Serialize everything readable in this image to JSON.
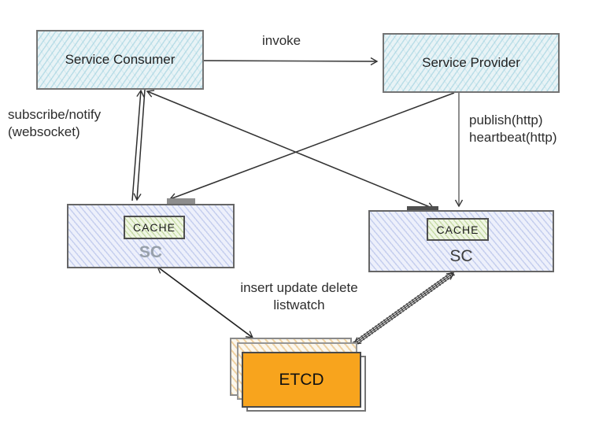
{
  "diagram": {
    "nodes": {
      "service_consumer": {
        "label": "Service Consumer"
      },
      "service_provider": {
        "label": "Service Provider"
      },
      "sc_left": {
        "label": "SC",
        "cache": "CACHE"
      },
      "sc_right": {
        "label": "SC",
        "cache": "CACHE"
      },
      "etcd": {
        "label": "ETCD"
      }
    },
    "edge_labels": {
      "invoke": "invoke",
      "subscribe_line1": "subscribe/notify",
      "subscribe_line2": "(websocket)",
      "publish_line1": "publish(http)",
      "publish_line2": "heartbeat(http)",
      "etcd_ops_line1": "insert update delete",
      "etcd_ops_line2": "listwatch"
    },
    "colors": {
      "service_box_fill": "#e8f3f6",
      "service_box_hatch": "#96cddc",
      "sc_box_fill": "#edf0fb",
      "sc_box_hatch": "#7d91d7",
      "cache_fill": "#f0f6e4",
      "cache_hatch": "#8cb450",
      "etcd_fill": "#f8a41d",
      "border": "#6f6f6f",
      "arrow": "#333333"
    }
  }
}
